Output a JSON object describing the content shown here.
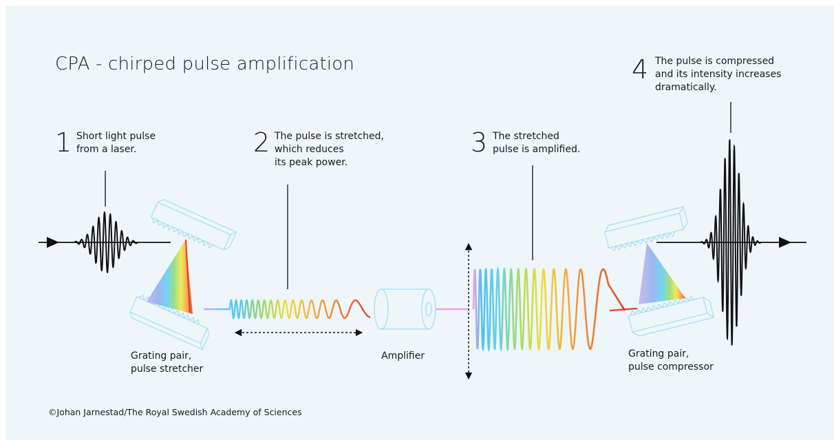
{
  "title": "CPA - chirped pulse amplification",
  "steps": [
    {
      "number": "1",
      "text": "Short light pulse\nfrom a laser."
    },
    {
      "number": "2",
      "text": "The pulse is stretched,\nwhich reduces\nits peak power."
    },
    {
      "number": "3",
      "text": "The stretched\npulse is amplified."
    },
    {
      "number": "4",
      "text": "The pulse is compressed\nand its intensity increases\ndramatically."
    }
  ],
  "labels": {
    "stretcher": "Grating pair,\npulse stretcher",
    "amplifier": "Amplifier",
    "compressor": "Grating pair,\npulse compressor"
  },
  "credit": "©Johan Jarnestad/The Royal Swedish Academy of Sciences",
  "colors": {
    "background": "#eef6fa",
    "ink": "#111111",
    "grating_outline": "#9fdcef",
    "spectrum": [
      "#b8a9e6",
      "#7fa6e8",
      "#56c6f0",
      "#7fd27a",
      "#e6e04a",
      "#f2a43a",
      "#e0443a"
    ]
  }
}
